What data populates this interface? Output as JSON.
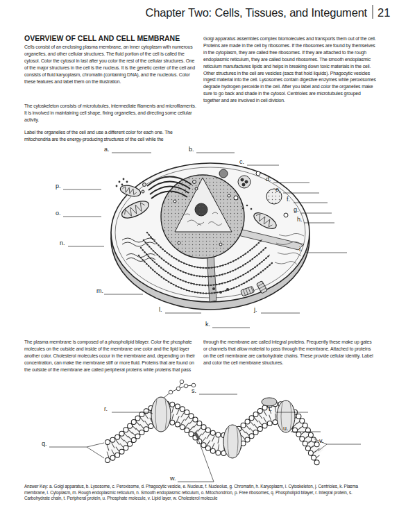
{
  "diagram": {
    "title": "Chapter Two: Cells, Tissues, and Integument",
    "labels": [
      "21",
      "OVERVIEW OF CELL AND CELL MEMBRANE",
      "Cells consist of an enclosing plasma membrane, an inner cytoplasm with numerous organelles, and other cellular structures. The fluid portion of the cell is called the cytosol. Color the cytosol in last after you color the rest of the cellular structures. One of the major structures in the cell is the nucleus. It is the genetic center of the cell and consists of fluid karyoplasm, chromatin (containing DNA), and the nucleolus. Color these features and label them on the illustration.",
      "The cytoskeleton consists of microtubules, intermediate filaments and microfilaments. It is involved in maintaining cell shape, fixing organelles, and directing some cellular activity.",
      "Label the organelles of the cell and use a different color for each one. The mitochondria are the energy-producing structures of the cell while the",
      "Golgi apparatus assembles complex biomolecules and transports them out of the cell. Proteins are made in the cell by ribosomes. If the ribosomes are found by themselves in the cytoplasm, they are called free ribosomes. If they are attached to the rough endoplasmic reticulum, they are called bound ribosomes. The smooth endoplasmic reticulum manufactures lipids and helps in breaking down toxic materials in the cell. Other structures in the cell are vesicles (sacs that hold liquids). Phagocytic vesicles ingest material into the cell. Lysosomes contain digestive enzymes while peroxisomes degrade hydrogen peroxide in the cell. After you label and color the organelles make sure to go back and shade in the cytosol. Centrioles are microtubules grouped together and are involved in cell division.",
      "a.",
      "b.",
      "c.",
      "d.",
      "e.",
      "f.",
      "g.",
      "h.",
      "i.",
      "j.",
      "k.",
      "l.",
      "m.",
      "n.",
      "o.",
      "p.",
      "The plasma membrane is composed of a phospholipid bilayer. Color the phosphate molecules on the outside and inside of the membrane one color and the lipid layer another color. Cholesterol molecules occur in the membrane and, depending on their concentration, can make the membrane stiff or more fluid. Proteins that are found on the outside of the membrane are called peripheral proteins while proteins that pass",
      "through the membrane are called integral proteins. Frequently these make up gates or channels that allow material to pass through the membrane. Attached to proteins on the cell membrane are carbohydrate chains. These provide cellular identity. Label and color the cell membrane structures.",
      "q.",
      "r.",
      "s.",
      "t.",
      "u.",
      "v.",
      "w.",
      "Answer Key: a. Golgi apparatus, b. Lysosome, c. Peroxisome, d. Phagocytic vesicle, e. Nucleus, f. Nucleolus, g. Chromatin, h. Karyoplasm, i. Cytoskeleton, j. Centrioles, k. Plasma membrane, l. Cytoplasm, m. Rough endoplasmic reticulum, n. Smooth endoplasmic reticulum, o. Mitochondrion, p. Free ribosomes, q. Phospholipid bilayer, r. Integral protein, s. Carbohydrate chain, t. Peripheral protein, u. Phosphate molecule, v. Lipid layer, w. Cholesterol molecule"
    ]
  }
}
